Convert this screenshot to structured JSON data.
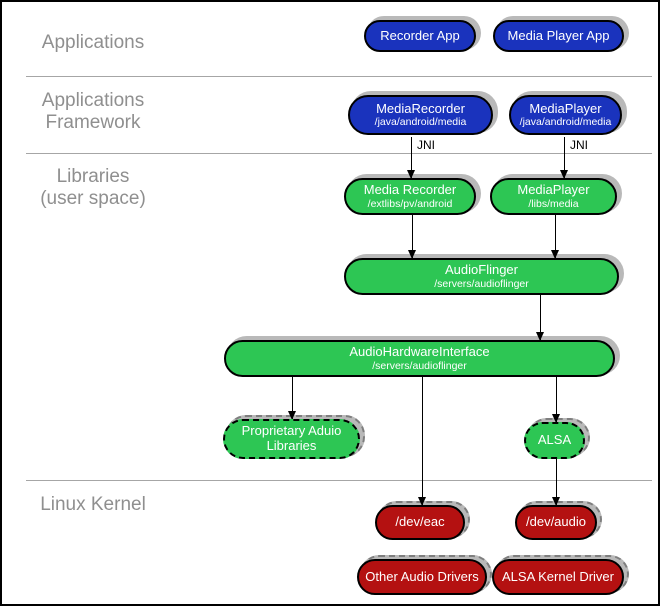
{
  "colors": {
    "blue": "#1a33bd",
    "green": "#2dc654",
    "red": "#b41111",
    "shadow": "#b9b9b9",
    "separator": "#a6a6a6",
    "label_gray": "#8f8f8f"
  },
  "layer_labels": {
    "applications": "Applications",
    "framework": [
      "Applications",
      "Framework"
    ],
    "libraries": [
      "Libraries",
      "(user space)"
    ],
    "kernel": "Linux Kernel"
  },
  "connector_labels": {
    "jni_left": "JNI",
    "jni_right": "JNI"
  },
  "nodes": {
    "recorder_app": {
      "title": "Recorder App"
    },
    "media_player_app": {
      "title": "Media Player App"
    },
    "media_recorder_framework": {
      "title": "MediaRecorder",
      "path": "/java/android/media"
    },
    "media_player_framework": {
      "title": "MediaPlayer",
      "path": "/java/android/media"
    },
    "media_recorder_lib": {
      "title": "Media Recorder",
      "path": "/extlibs/pv/android"
    },
    "media_player_lib": {
      "title": "MediaPlayer",
      "path": "/libs/media"
    },
    "audio_flinger": {
      "title": "AudioFlinger",
      "path": "/servers/audioflinger"
    },
    "audio_hardware_interface": {
      "title": "AudioHardwareInterface",
      "path": "/servers/audioflinger"
    },
    "proprietary_audio_libraries": {
      "title": "Proprietary Aduio",
      "title2": "Libraries"
    },
    "alsa": {
      "title": "ALSA"
    },
    "dev_eac": {
      "title": "/dev/eac"
    },
    "dev_audio": {
      "title": "/dev/audio"
    },
    "other_audio_drivers": {
      "title": "Other Audio Drivers"
    },
    "alsa_kernel_driver": {
      "title": "ALSA Kernel Driver"
    }
  }
}
